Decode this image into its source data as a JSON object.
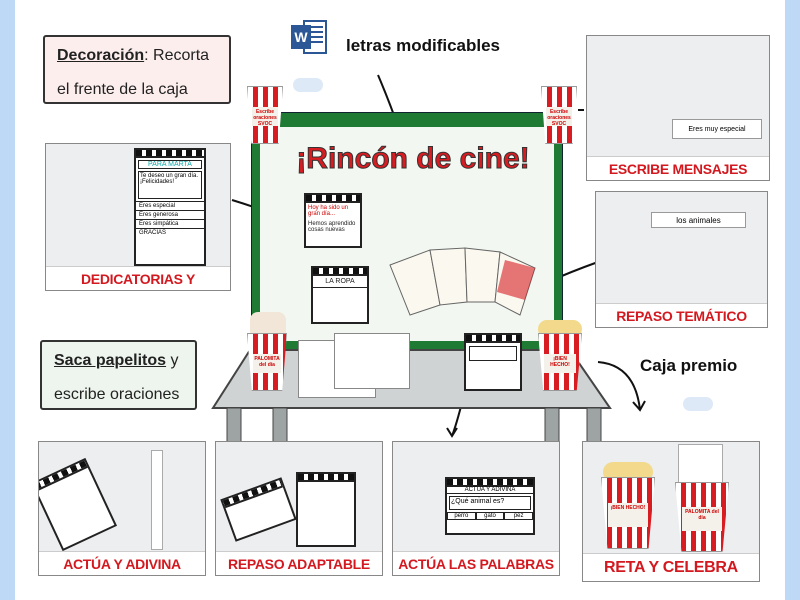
{
  "notes": {
    "decoracion_bold": "Decoración",
    "decoracion_rest": ": Recorta el frente de la caja",
    "saca_bold": "Saca papelitos",
    "saca_rest": " y escribe oraciones"
  },
  "header": {
    "word_icon": "word-icon",
    "editable_text": "letras modificables"
  },
  "board": {
    "title": "¡Rincón de cine!",
    "clap1_top": "Hoy ha sido un gran día...",
    "clap1_body": "Hemos aprendido cosas nuevas",
    "clap2": "LA ROPA",
    "cup_text": "Escribe oraciones SVOC"
  },
  "cards": {
    "dedicatorias": {
      "label": "DEDICATORIAS Y MENSAJES",
      "title": "PARA MARTA",
      "msg": "Te deseo un gran día. ¡Felicidades!",
      "items": [
        "Eres especial",
        "Eres generosa",
        "Eres simpática",
        "GRACIAS"
      ]
    },
    "escribe": {
      "label": "ESCRIBE MENSAJES",
      "strip": "Eres muy especial"
    },
    "repaso_tematico": {
      "label": "REPASO TEMÁTICO",
      "strip": "los animales"
    },
    "actua_adivina": {
      "label": "ACTÚA Y ADIVINA"
    },
    "repaso_adaptable": {
      "label": "REPASO ADAPTABLE"
    },
    "actua_palabras": {
      "label": "ACTÚA LAS PALABRAS",
      "clap_title": "ACTÚA Y ADIVINA",
      "question": "¿Qué animal es?",
      "options": [
        "perro",
        "gato",
        "pez"
      ]
    },
    "reta_celebra": {
      "label": "RETA Y CELEBRA",
      "cup1": "¡BIEN HECHO!",
      "cup2": "PALOMITA del día"
    }
  },
  "table": {
    "cup_left": "PALOMITA del día",
    "cup_right": "¡BIEN HECHO!"
  },
  "caja_premio": "Caja premio",
  "colors": {
    "accent_red": "#d3191f",
    "board_green": "#1f7a33",
    "side_blue": "#bdd9f6"
  }
}
